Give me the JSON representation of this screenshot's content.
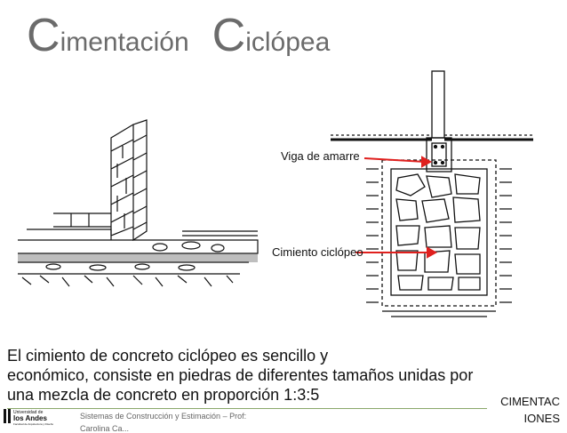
{
  "slide": {
    "title_first_cap": "C",
    "title_first_rest": "imentación",
    "title_second_cap": "C",
    "title_second_rest": "iclópea",
    "labels": {
      "viga": "Viga de amarre",
      "cimiento": "Cimiento ciclópeo"
    },
    "body_lines": [
      "El cimiento de concreto ciclópeo es sencillo y",
      "económico, consiste en piedras de diferentes tamaños unidas por",
      "una mezcla de concreto en proporción 1:3:5"
    ],
    "footer": {
      "logo_line1": "Universidad de",
      "logo_line2": "los Andes",
      "logo_line3": "Facultad de Arquitectura y Diseño",
      "course": "Sistemas de Construcción y Estimación – Prof:",
      "course_cut": "Carolina Ca...",
      "section_line1": "CIMENTAC",
      "section_line2": "IONES"
    },
    "colors": {
      "title": "#6b6b6b",
      "arrow": "#e0201e",
      "footer_line": "#8aa86a"
    }
  }
}
